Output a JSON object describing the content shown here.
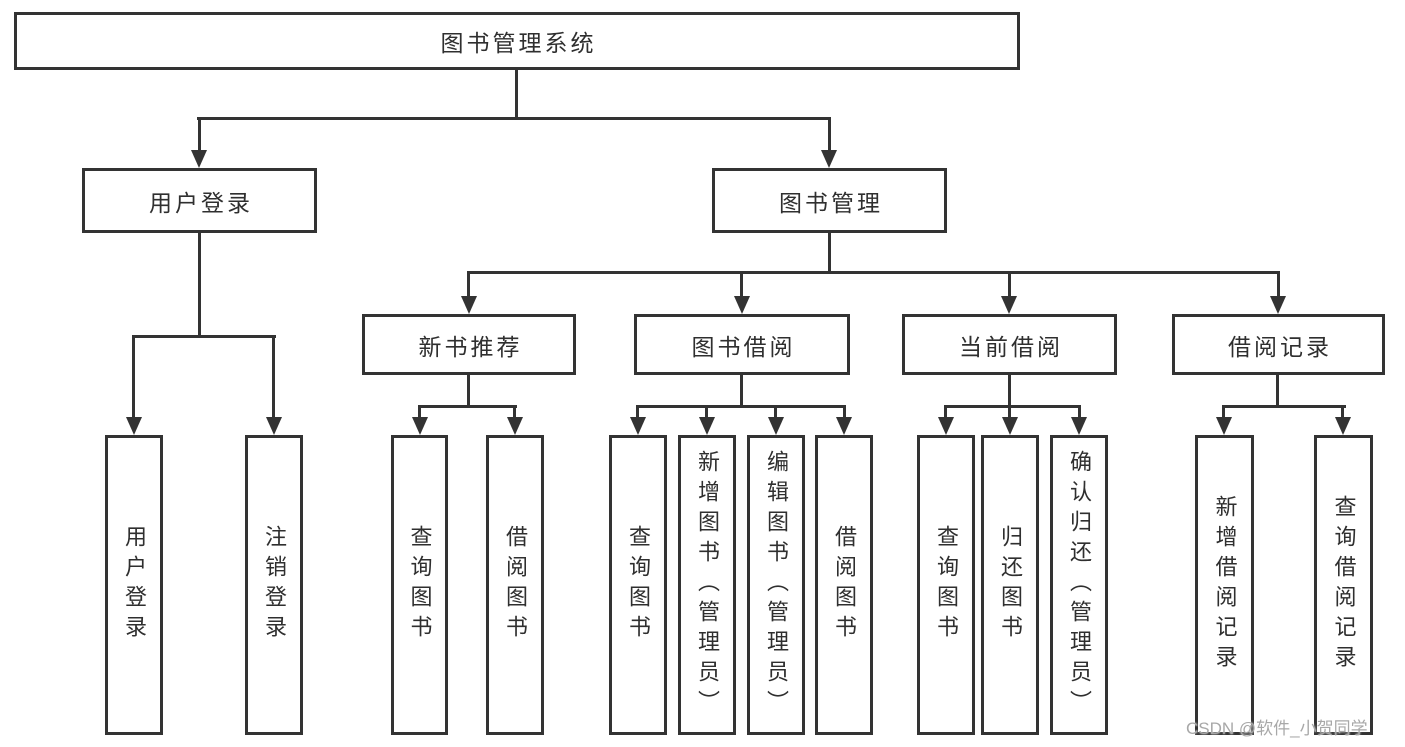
{
  "colors": {
    "line": "#333333",
    "background": "#ffffff",
    "text": "#2f2f2f",
    "watermark": "#a8a8a8"
  },
  "watermark": {
    "text": "CSDN @软件_小贺同学"
  },
  "tree": {
    "root": {
      "label": "图书管理系统",
      "children": [
        {
          "label": "用户登录",
          "children": [
            {
              "label": "用户登录"
            },
            {
              "label": "注销登录"
            }
          ]
        },
        {
          "label": "图书管理",
          "children": [
            {
              "label": "新书推荐",
              "children": [
                {
                  "label": "查询图书"
                },
                {
                  "label": "借阅图书"
                }
              ]
            },
            {
              "label": "图书借阅",
              "children": [
                {
                  "label": "查询图书"
                },
                {
                  "label": "新增图书（管理员）"
                },
                {
                  "label": "编辑图书（管理员）"
                },
                {
                  "label": "借阅图书"
                }
              ]
            },
            {
              "label": "当前借阅",
              "children": [
                {
                  "label": "查询图书"
                },
                {
                  "label": "归还图书"
                },
                {
                  "label": "确认归还（管理员）"
                }
              ]
            },
            {
              "label": "借阅记录",
              "children": [
                {
                  "label": "新增借阅记录"
                },
                {
                  "label": "查询借阅记录"
                }
              ]
            }
          ]
        }
      ]
    }
  }
}
